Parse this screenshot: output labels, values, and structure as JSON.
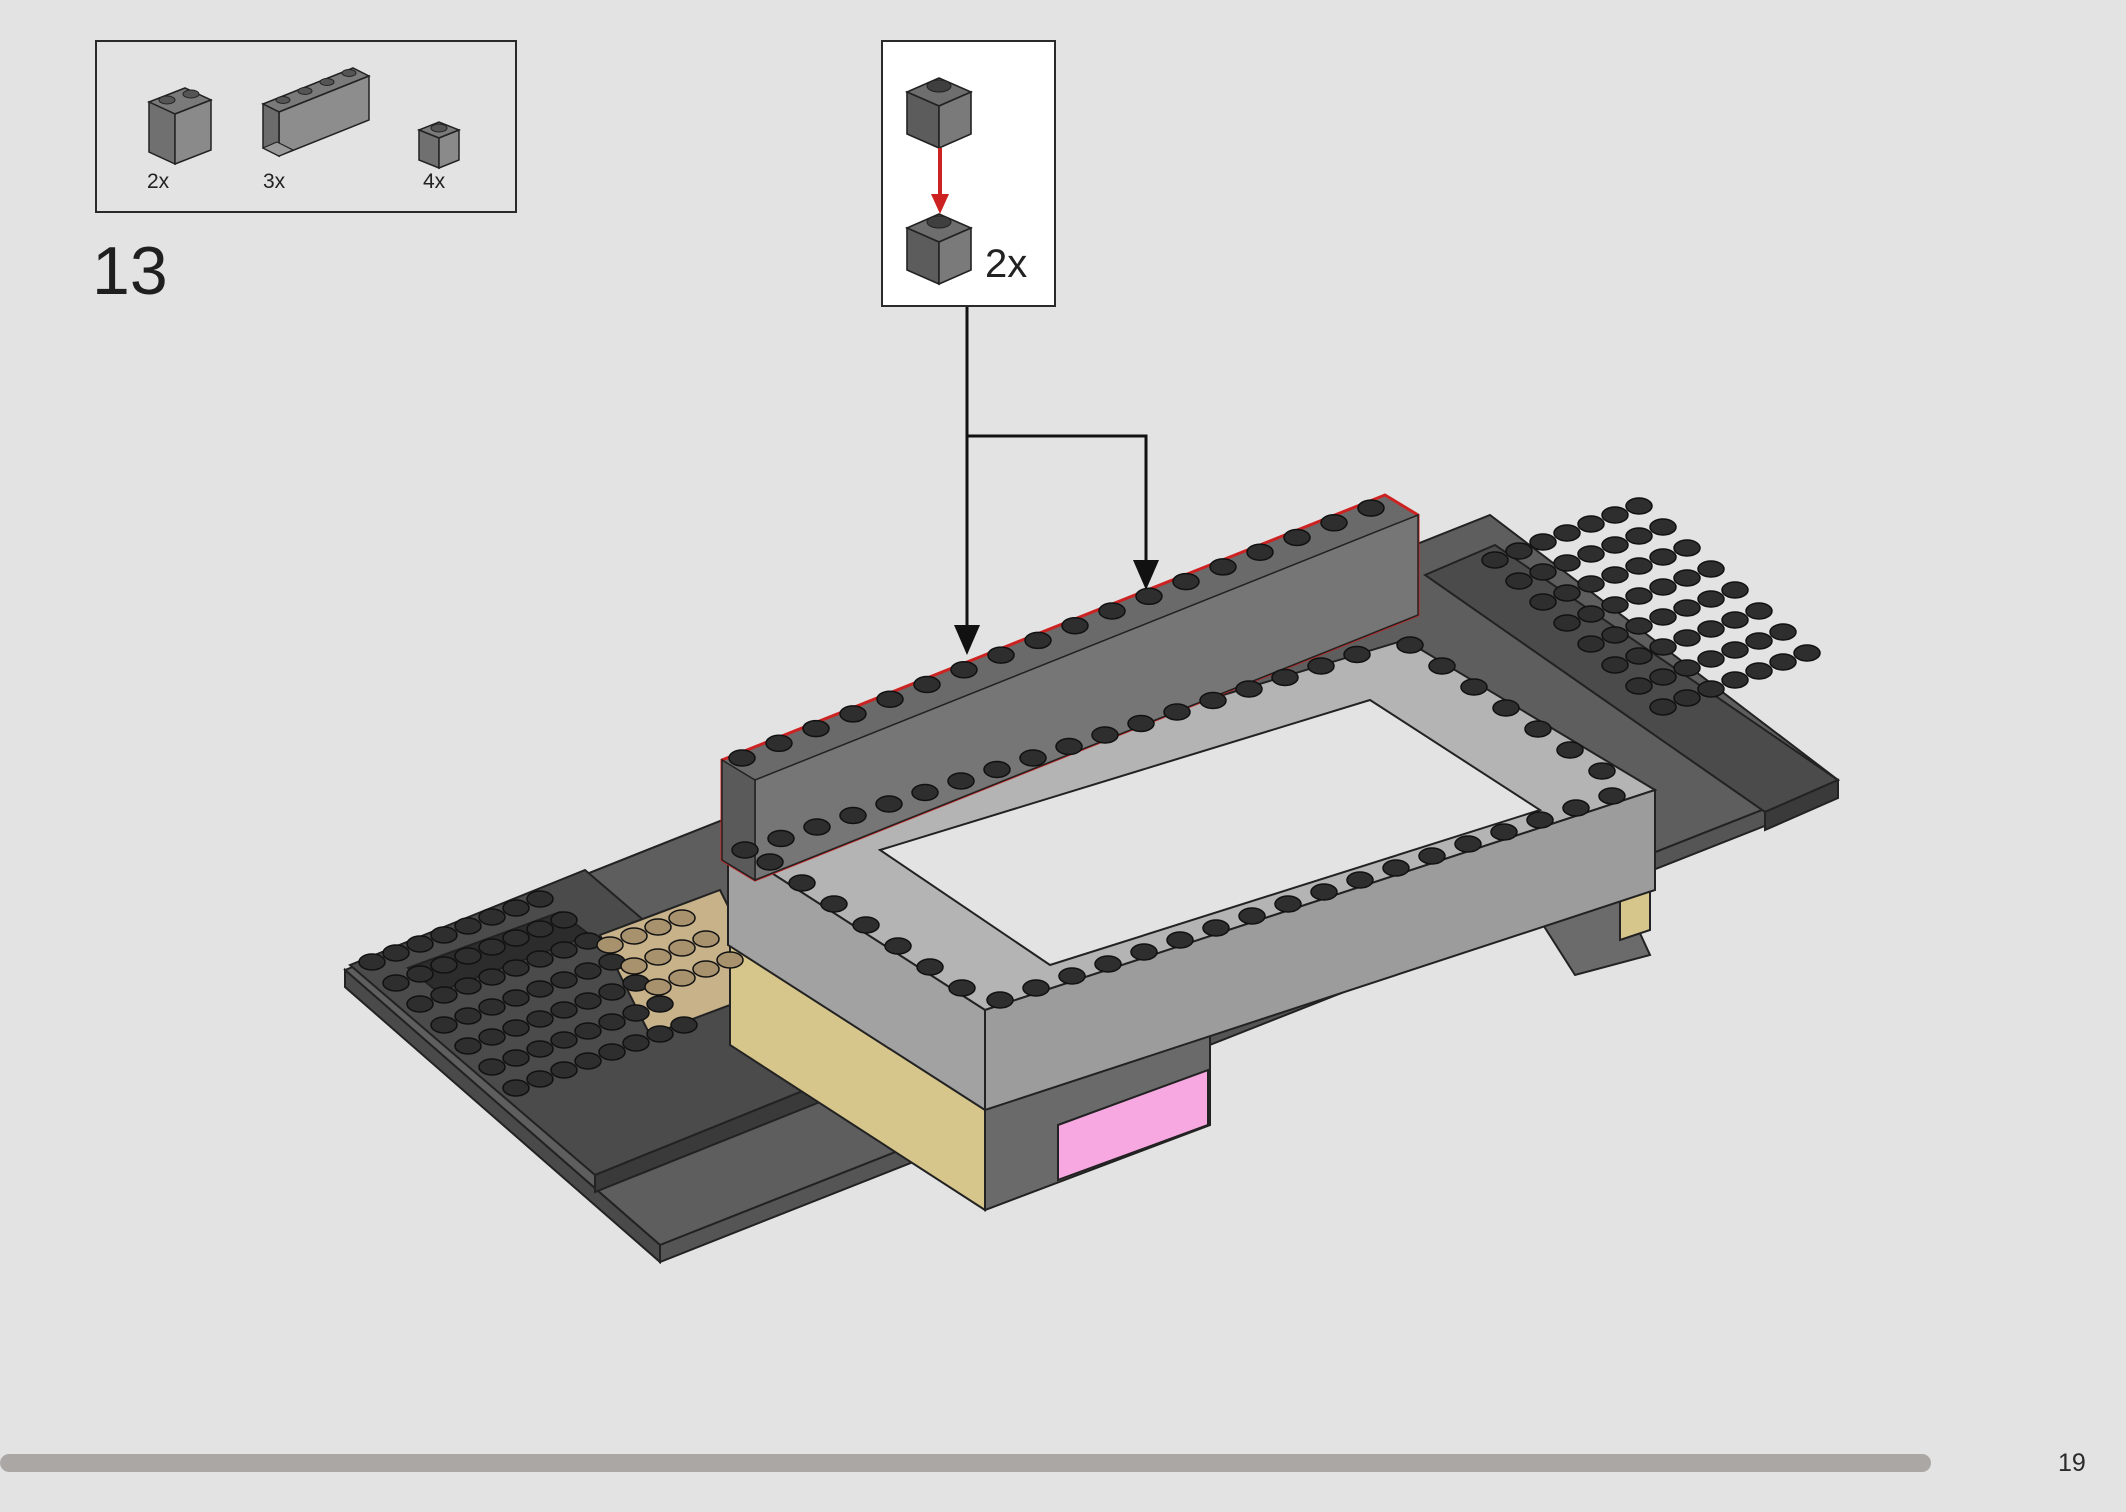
{
  "parts_list": {
    "items": [
      {
        "part": "brick-1x2-dark-gray",
        "qty": "2x"
      },
      {
        "part": "panel-1x4x3-dark-gray",
        "qty": "3x"
      },
      {
        "part": "brick-1x1-dark-gray",
        "qty": "4x"
      }
    ]
  },
  "step": {
    "number": "13"
  },
  "callout": {
    "qty": "2x"
  },
  "progress": {
    "fraction": 0.953
  },
  "page": {
    "number": "19"
  },
  "colors": {
    "background": "#e3e3e3",
    "dark_gray": "#5a5a5a",
    "black_plate": "#3c3c3c",
    "light_gray": "#a8a8a8",
    "tan": "#d7c68b",
    "dark_tan": "#c9b48e",
    "pink": "#f7a8e0",
    "highlight": "#cc2222",
    "progress": "#aaa7a4"
  }
}
